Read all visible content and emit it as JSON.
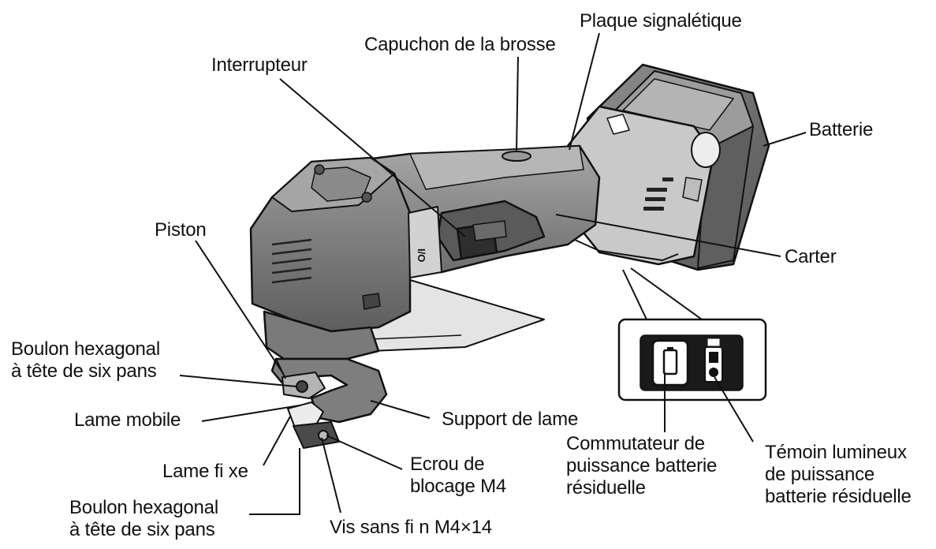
{
  "labels": {
    "plaque": "Plaque signalétique",
    "capuchon": "Capuchon de la brosse",
    "interrupteur": "Interrupteur",
    "batterie": "Batterie",
    "piston": "Piston",
    "carter": "Carter",
    "boulon1_l1": "Boulon hexagonal",
    "boulon1_l2": "à tête de six pans",
    "lame_mobile": "Lame mobile",
    "support": "Support de lame",
    "lame_fixe": "Lame fi xe",
    "ecrou_l1": "Ecrou de",
    "ecrou_l2": "blocage M4",
    "boulon2_l1": "Boulon hexagonal",
    "boulon2_l2": "à tête de six pans",
    "vis": "Vis sans fi n M4×14",
    "commutateur_l1": "Commutateur de",
    "commutateur_l2": "puissance batterie",
    "commutateur_l3": "résiduelle",
    "temoin_l1": "Témoin lumineux",
    "temoin_l2": "de puissance",
    "temoin_l3": "batterie résiduelle"
  },
  "switch_marks": {
    "position_label": "I/O"
  },
  "colors": {
    "ink": "#111111",
    "body_gray": "#8a8a8a",
    "light_gray": "#c8c8c8",
    "dark_gray": "#4a4a4a",
    "battery_gray": "#707070"
  }
}
